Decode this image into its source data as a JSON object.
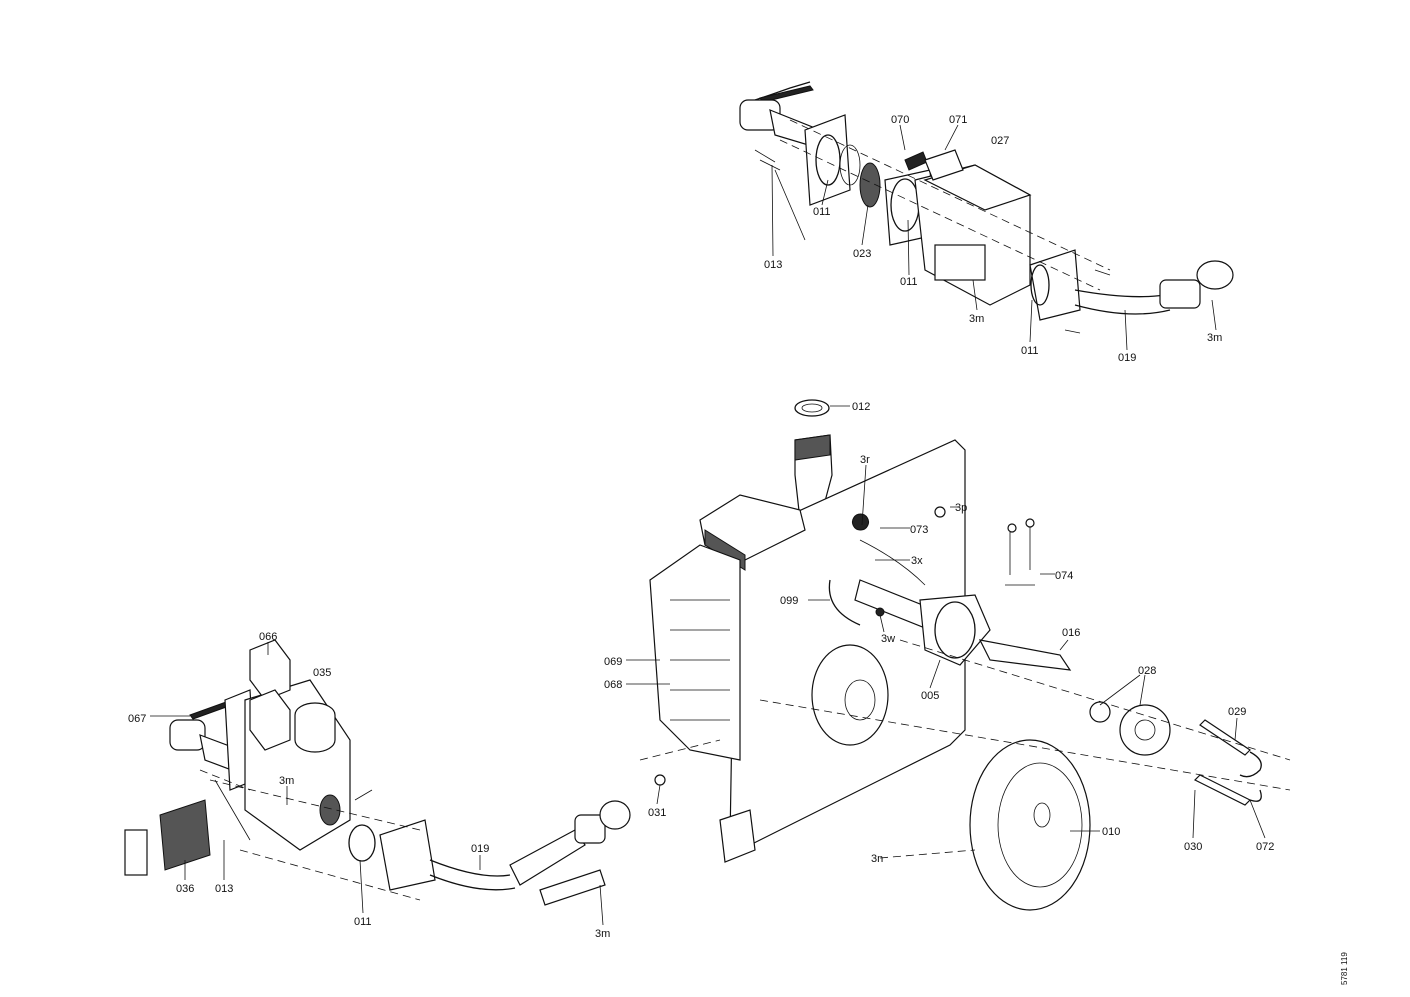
{
  "diagram": {
    "type": "exploded parts drawing",
    "drawing_number": "5781 119",
    "gas_valve_top": {
      "labels": [
        "070",
        "071",
        "027",
        "011",
        "013",
        "023",
        "011",
        "3m",
        "011",
        "019",
        "3m"
      ]
    },
    "burner_housing": {
      "labels": [
        "012",
        "3r",
        "3p",
        "073",
        "3x",
        "074",
        "099",
        "3w",
        "016",
        "069",
        "068",
        "005",
        "028",
        "029",
        "031",
        "010",
        "3n",
        "030",
        "072"
      ]
    },
    "gas_valve_left": {
      "labels": [
        "066",
        "035",
        "067",
        "3m",
        "036",
        "013",
        "011",
        "019",
        "3m"
      ]
    }
  }
}
